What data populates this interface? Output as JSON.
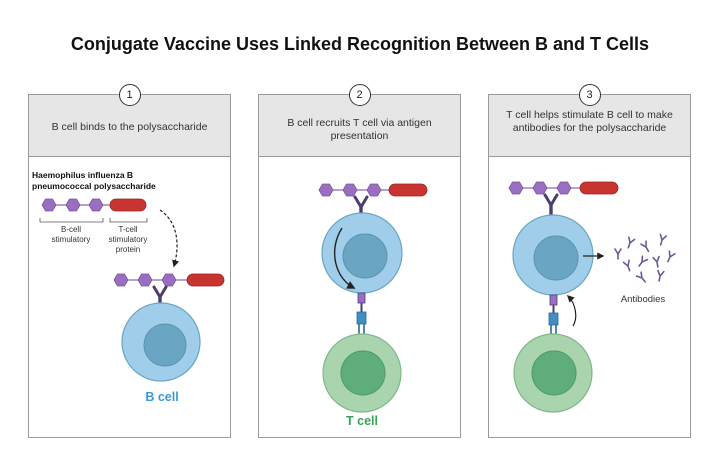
{
  "title": "Conjugate Vaccine Uses Linked Recognition Between B and T Cells",
  "panels": [
    {
      "step": "1",
      "caption": "B cell binds to the polysaccharide"
    },
    {
      "step": "2",
      "caption": "B cell recruits T cell via antigen presentation"
    },
    {
      "step": "3",
      "caption": "T cell helps stimulate B cell to make antibodies for the polysaccharide"
    }
  ],
  "labels": {
    "vaccine_name_line1": "Haemophilus influenza B",
    "vaccine_name_line2": "pneumococcal polysaccharide",
    "bcell_stimulatory_1": "B-cell",
    "bcell_stimulatory_2": "stimulatory",
    "tcell_stimulatory_1": "T-cell",
    "tcell_stimulatory_2": "stimulatory",
    "tcell_stimulatory_3": "protein",
    "b_cell": "B cell",
    "t_cell": "T cell",
    "antibodies": "Antibodies"
  },
  "colors": {
    "polysaccharide": "#9a6fc1",
    "protein": "#c8342f",
    "b_cell_outer": "#9fcdea",
    "b_cell_inner": "#6aa6c3",
    "t_cell_outer": "#a9d4ad",
    "t_cell_inner": "#5fae7a",
    "b_cell_label": "#3b9ad6",
    "t_cell_label": "#3aa35a",
    "receptor": "#4a3f6e"
  }
}
